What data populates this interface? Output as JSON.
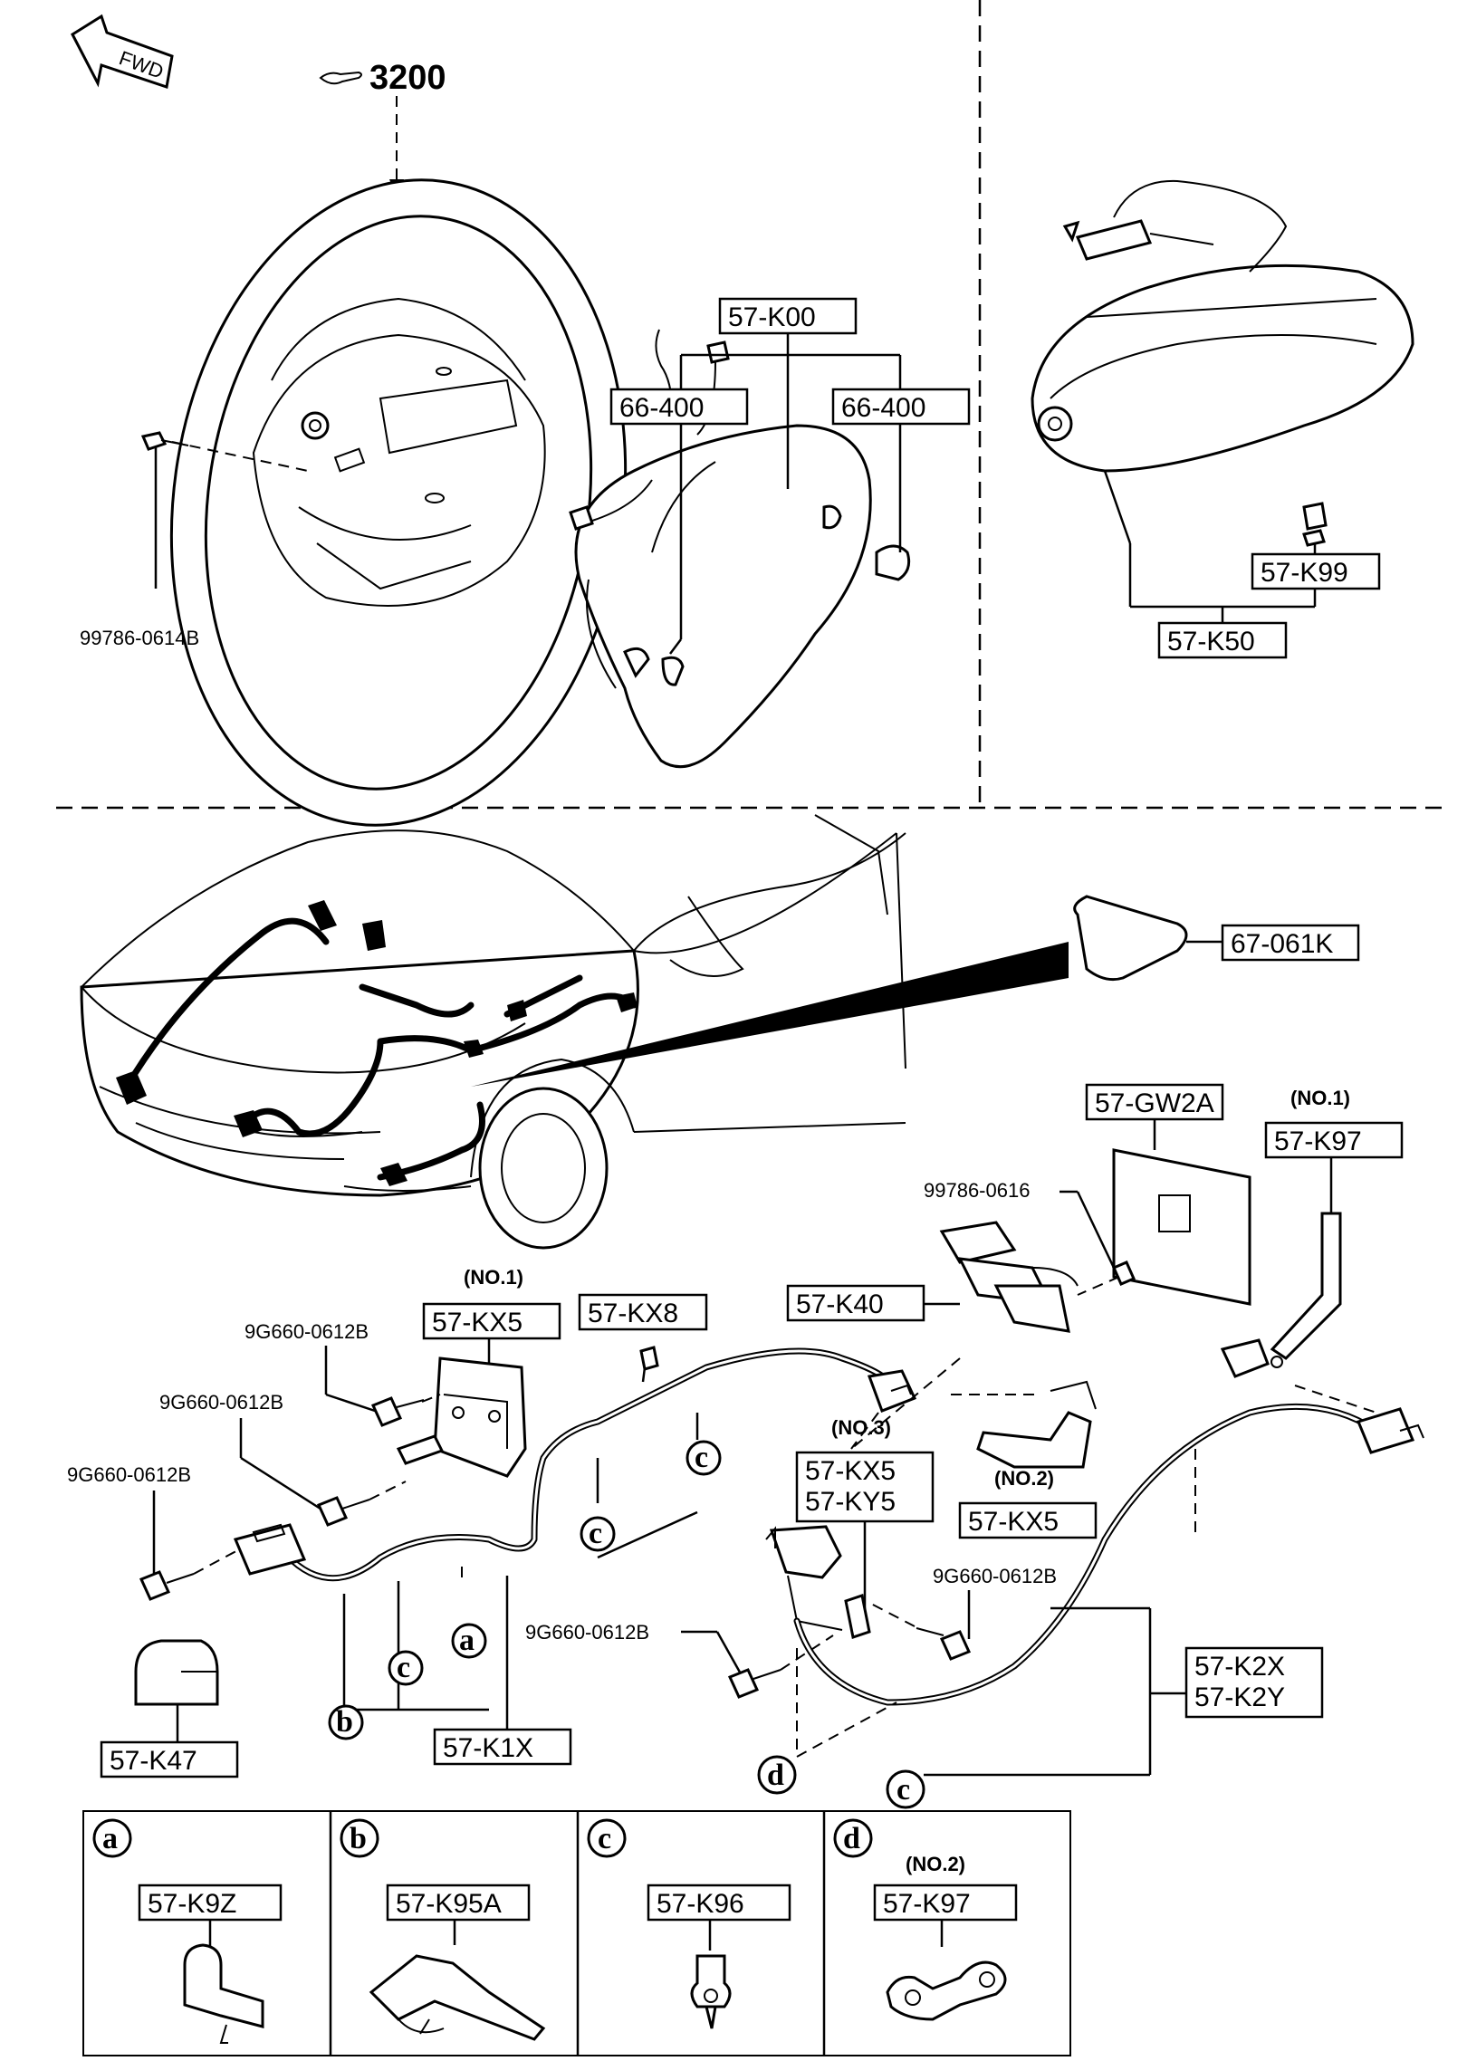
{
  "fwd_label": "FWD",
  "steering_ref": "3200",
  "upper": {
    "k00": "57-K00",
    "left_66400": "66-400",
    "right_66400": "66-400",
    "bolt_steering": "99786-0614B",
    "k99": "57-K99",
    "k50": "57-K50"
  },
  "lower": {
    "sensor_pad": "67-061K",
    "gw2a": "57-GW2A",
    "k97_no1_tag": "(NO.1)",
    "k97_no1": "57-K97",
    "bolt_0616": "99786-0616",
    "k40": "57-K40",
    "kx5_no1_tag": "(NO.1)",
    "kx5_no1": "57-KX5",
    "kx8": "57-KX8",
    "bolt_a": "9G660-0612B",
    "bolt_b": "9G660-0612B",
    "bolt_c": "9G660-0612B",
    "bolt_d": "9G660-0612B",
    "bolt_e": "9G660-0612B",
    "no3_tag": "(NO.3)",
    "kx5_no3": "57-KX5",
    "ky5_no3": "57-KY5",
    "no2_tag": "(NO.2)",
    "kx5_no2": "57-KX5",
    "k1x": "57-K1X",
    "k47": "57-K47",
    "k2x": "57-K2X",
    "k2y": "57-K2Y",
    "clip_a": "a",
    "clip_b": "b",
    "clip_c": "c",
    "clip_d": "d"
  },
  "legend": [
    {
      "letter": "a",
      "part": "57-K9Z",
      "note": ""
    },
    {
      "letter": "b",
      "part": "57-K95A",
      "note": ""
    },
    {
      "letter": "c",
      "part": "57-K96",
      "note": ""
    },
    {
      "letter": "d",
      "part": "57-K97",
      "note": "(NO.2)"
    }
  ]
}
